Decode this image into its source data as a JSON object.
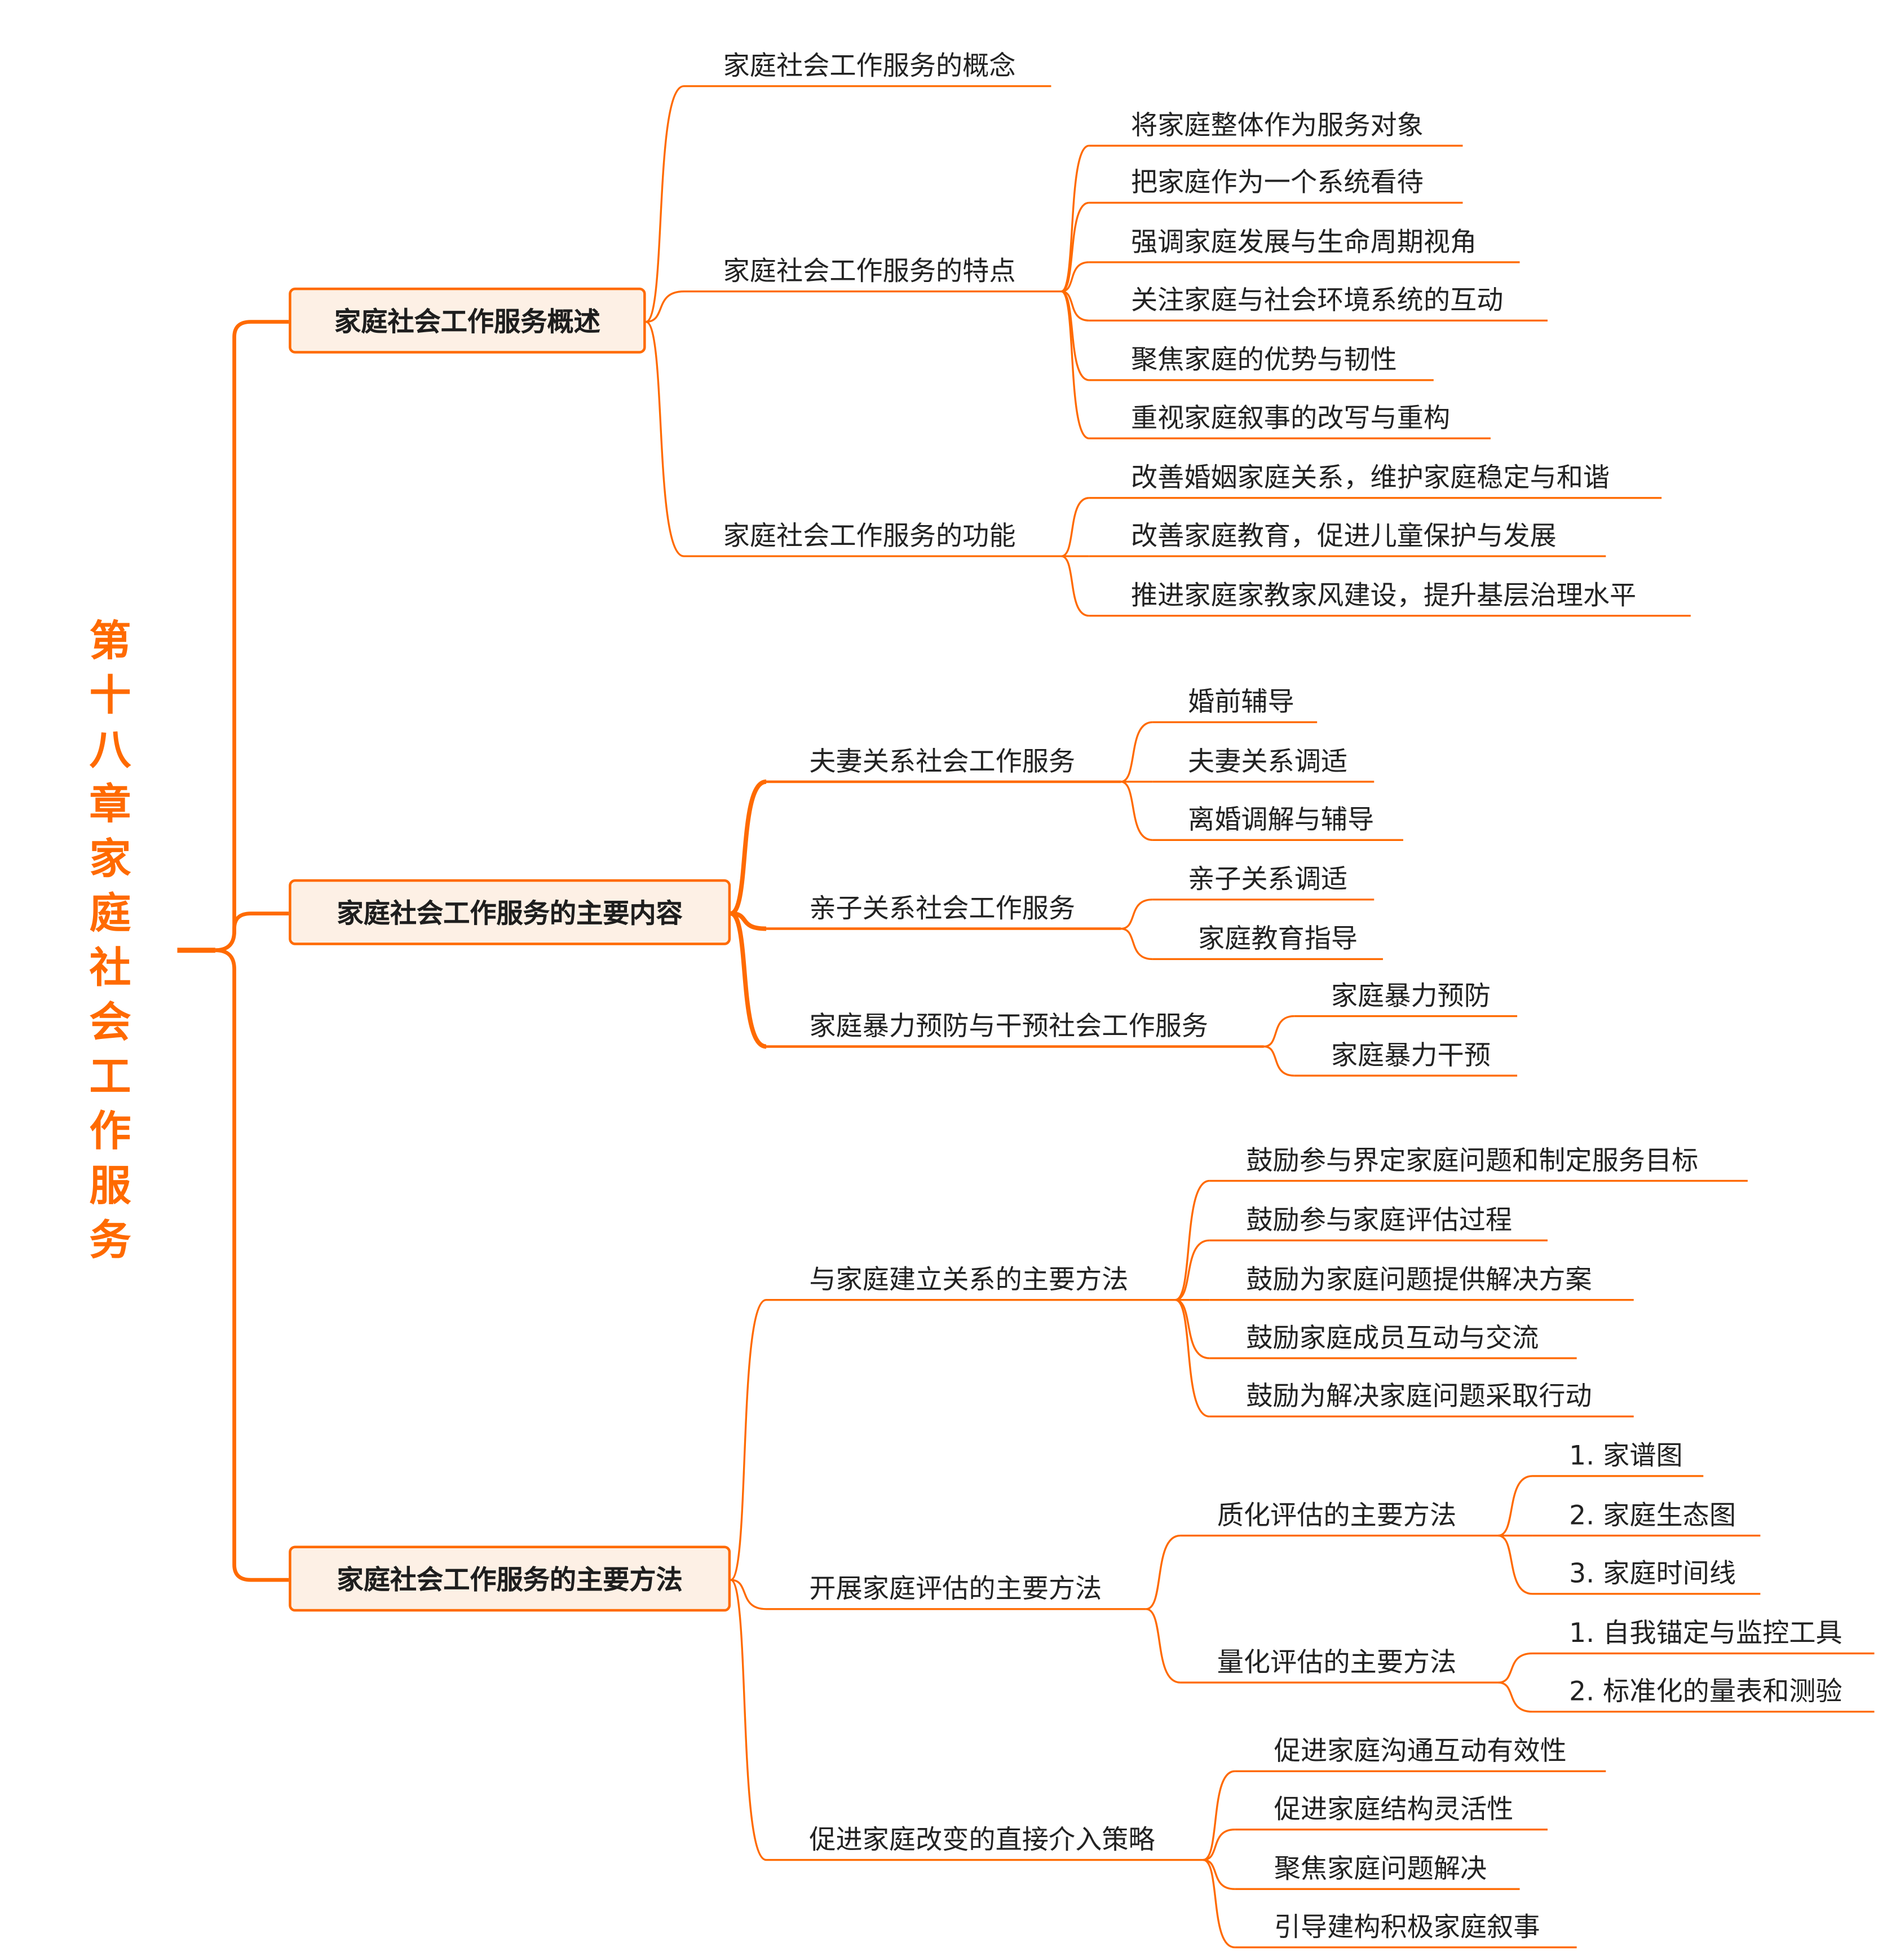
{
  "root": {
    "title": "第十八章家庭社会工作服务"
  },
  "colors": {
    "accent": "#ff6a00",
    "box_fill": "#fdf0e5",
    "text": "#222222"
  },
  "branches": [
    {
      "label": "家庭社会工作服务概述",
      "children": [
        {
          "label": "家庭社会工作服务的概念",
          "children": []
        },
        {
          "label": "家庭社会工作服务的特点",
          "children": [
            {
              "label": "将家庭整体作为服务对象"
            },
            {
              "label": "把家庭作为一个系统看待"
            },
            {
              "label": "强调家庭发展与生命周期视角"
            },
            {
              "label": "关注家庭与社会环境系统的互动"
            },
            {
              "label": "聚焦家庭的优势与韧性"
            },
            {
              "label": "重视家庭叙事的改写与重构"
            }
          ]
        },
        {
          "label": "家庭社会工作服务的功能",
          "children": [
            {
              "label": "改善婚姻家庭关系，维护家庭稳定与和谐"
            },
            {
              "label": "改善家庭教育，促进儿童保护与发展"
            },
            {
              "label": "推进家庭家教家风建设，提升基层治理水平"
            }
          ]
        }
      ]
    },
    {
      "label": "家庭社会工作服务的主要内容",
      "children": [
        {
          "label": "夫妻关系社会工作服务",
          "children": [
            {
              "label": "婚前辅导"
            },
            {
              "label": "夫妻关系调适"
            },
            {
              "label": "离婚调解与辅导"
            }
          ]
        },
        {
          "label": "亲子关系社会工作服务",
          "children": [
            {
              "label": "亲子关系调适"
            },
            {
              "label": "家庭教育指导"
            }
          ]
        },
        {
          "label": "家庭暴力预防与干预社会工作服务",
          "children": [
            {
              "label": "家庭暴力预防"
            },
            {
              "label": "家庭暴力干预"
            }
          ]
        }
      ]
    },
    {
      "label": "家庭社会工作服务的主要方法",
      "children": [
        {
          "label": "与家庭建立关系的主要方法",
          "children": [
            {
              "label": "鼓励参与界定家庭问题和制定服务目标"
            },
            {
              "label": "鼓励参与家庭评估过程"
            },
            {
              "label": "鼓励为家庭问题提供解决方案"
            },
            {
              "label": "鼓励家庭成员互动与交流"
            },
            {
              "label": "鼓励为解决家庭问题采取行动"
            }
          ]
        },
        {
          "label": "开展家庭评估的主要方法",
          "children": [
            {
              "label": "质化评估的主要方法",
              "children": [
                {
                  "label": "1. 家谱图"
                },
                {
                  "label": "2. 家庭生态图"
                },
                {
                  "label": "3. 家庭时间线"
                }
              ]
            },
            {
              "label": "量化评估的主要方法",
              "children": [
                {
                  "label": "1. 自我锚定与监控工具"
                },
                {
                  "label": "2. 标准化的量表和测验"
                }
              ]
            }
          ]
        },
        {
          "label": "促进家庭改变的直接介入策略",
          "children": [
            {
              "label": "促进家庭沟通互动有效性"
            },
            {
              "label": "促进家庭结构灵活性"
            },
            {
              "label": "聚焦家庭问题解决"
            },
            {
              "label": "引导建构积极家庭叙事"
            }
          ]
        }
      ]
    }
  ]
}
